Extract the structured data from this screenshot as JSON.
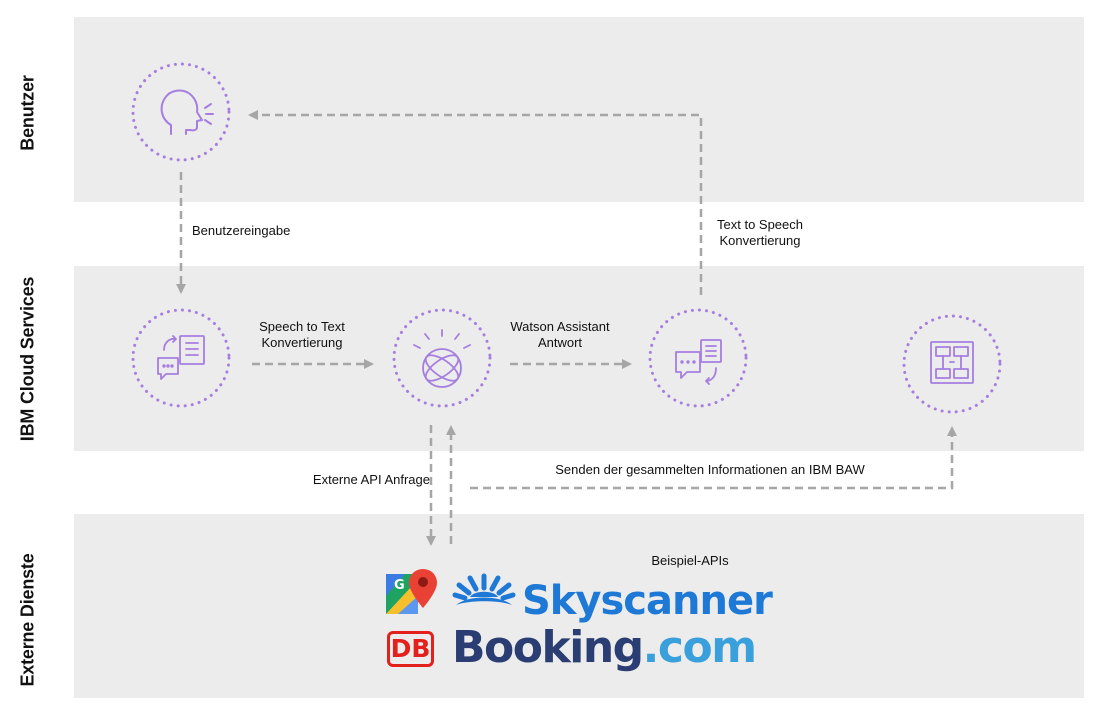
{
  "lanes": {
    "user": "Benutzer",
    "cloud": "IBM Cloud Services",
    "external": "Externe Dienste"
  },
  "labels": {
    "user_input": "Benutzereingabe",
    "tts": "Text to Speech\nKonvertierung",
    "stt": "Speech to Text\nKonvertierung",
    "assistant": "Watson Assistant\nAntwort",
    "api_request": "Externe API Anfrage",
    "send_baw": "Senden der gesammelten Informationen an IBM BAW",
    "example_apis": "Beispiel-APIs"
  },
  "logos": {
    "skyscanner": "Skyscanner",
    "booking_main": "Booking",
    "booking_dot": ".com",
    "db": "DB"
  },
  "icons": [
    "speaking-person-icon",
    "speech-to-text-icon",
    "watson-assistant-icon",
    "text-to-speech-icon",
    "ibm-baw-icon",
    "google-maps-icon",
    "skyscanner-sun-icon"
  ],
  "colors": {
    "lane_bg": "#ececec",
    "icon_purple": "#a57ee0",
    "arrow_gray": "#a6a6a6",
    "skyscanner_blue": "#1d78d6",
    "booking_navy": "#2b3e73",
    "booking_light": "#3aa0dc",
    "db_red": "#e2211c"
  }
}
